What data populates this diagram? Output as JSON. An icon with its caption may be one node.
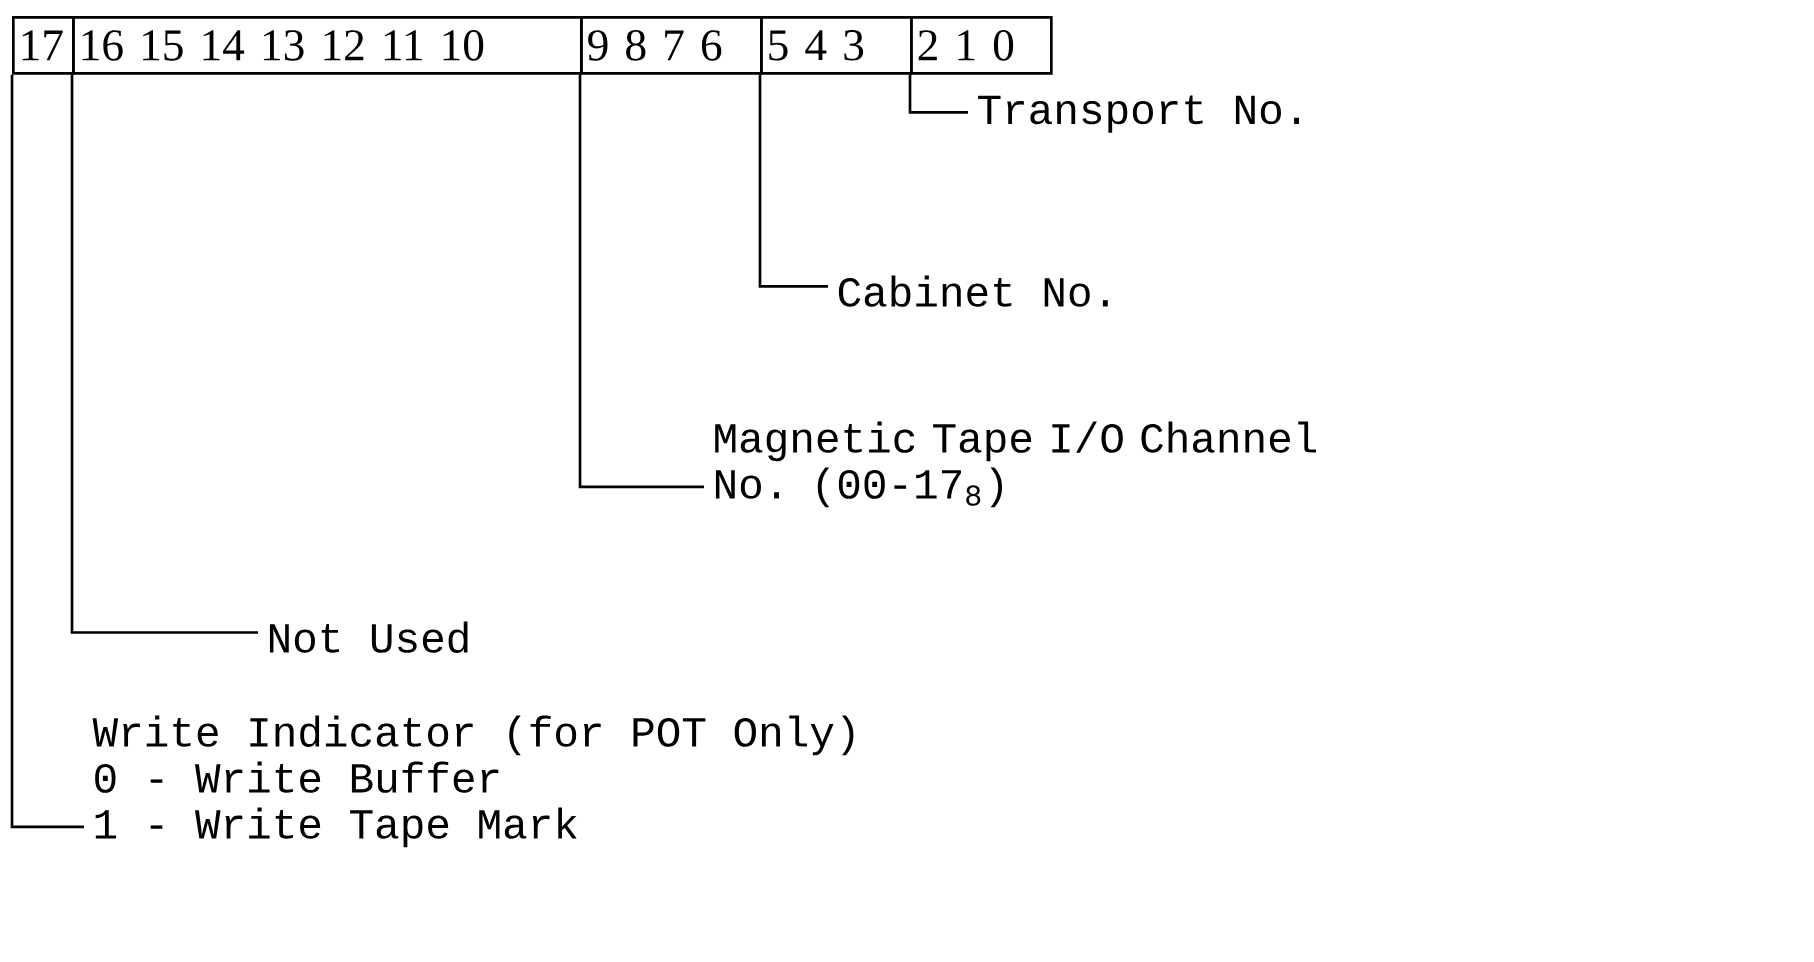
{
  "diagram": {
    "nodes": [
      {
        "text": [
          "17"
        ]
      },
      {
        "text": [
          "16 15 14 13 12 11 10"
        ]
      },
      {
        "text": [
          "9 8 7 6"
        ]
      },
      {
        "text": [
          "5 4 3"
        ]
      },
      {
        "text": [
          "2 1 0"
        ]
      },
      {
        "text": [
          "Transport No."
        ]
      },
      {
        "text": [
          "Cabinet No."
        ]
      },
      {
        "text": [
          "Magnetic Tape I/O Channel No. (00-17$_{8}$)"
        ]
      },
      {
        "text": [
          "Not Used"
        ]
      },
      {
        "text": [
          "Write Indicator (for POT Only)",
          "0 - Write Buffer",
          "1 - Write Tape Mark"
        ]
      }
    ],
    "edges": [
      {
        "from": 4,
        "to": 5,
        "arrow": "none"
      },
      {
        "from": 3,
        "to": 6,
        "arrow": "none"
      },
      {
        "from": 2,
        "to": 7,
        "arrow": "none"
      },
      {
        "from": 1,
        "to": 8,
        "arrow": "none"
      },
      {
        "from": 0,
        "to": 9,
        "arrow": "none"
      }
    ]
  }
}
